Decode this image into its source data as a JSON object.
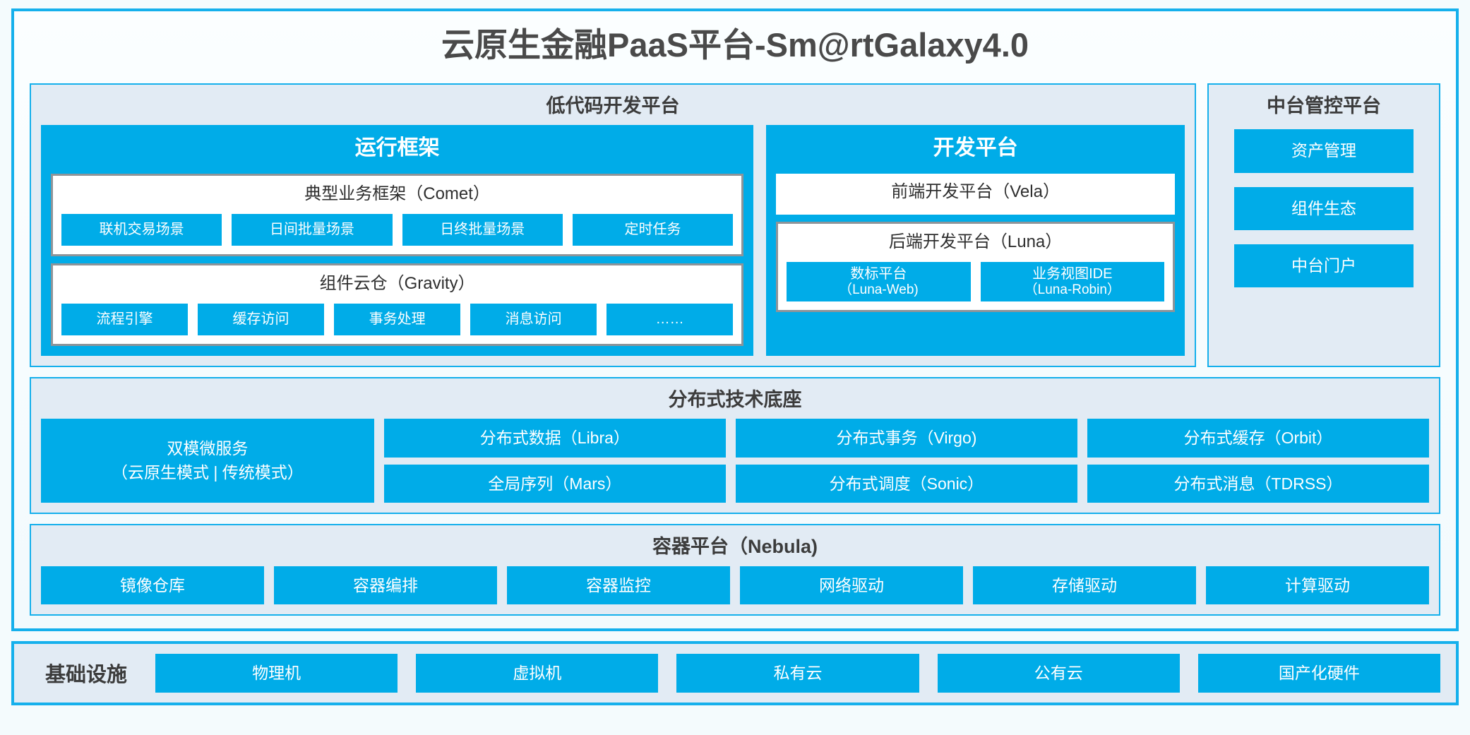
{
  "colors": {
    "accent_blue": "#00ace8",
    "frame_blue": "#15b0ec",
    "panel_bg": "#e2ebf4",
    "page_bg": "#f4fbfd",
    "card_border": "#8d9499"
  },
  "platform": {
    "title": "云原生金融PaaS平台-Sm@rtGalaxy4.0"
  },
  "lowcode": {
    "title": "低代码开发平台",
    "runtime": {
      "title": "运行框架",
      "comet": {
        "title": "典型业务框架（Comet）",
        "items": [
          {
            "label": "联机交易场景"
          },
          {
            "label": "日间批量场景"
          },
          {
            "label": "日终批量场景"
          },
          {
            "label": "定时任务"
          }
        ]
      },
      "gravity": {
        "title": "组件云仓（Gravity）",
        "items": [
          {
            "label": "流程引擎"
          },
          {
            "label": "缓存访问"
          },
          {
            "label": "事务处理"
          },
          {
            "label": "消息访问"
          },
          {
            "label": "……"
          }
        ]
      }
    },
    "devplatform": {
      "title": "开发平台",
      "frontend": {
        "title": "前端开发平台（Vela）"
      },
      "backend": {
        "title": "后端开发平台（Luna）",
        "items": [
          {
            "line1": "数标平台",
            "line2": "（Luna-Web)"
          },
          {
            "line1": "业务视图IDE",
            "line2": "（Luna-Robin）"
          }
        ]
      }
    }
  },
  "midoffice": {
    "title": "中台管控平台",
    "items": [
      {
        "label": "资产管理"
      },
      {
        "label": "组件生态"
      },
      {
        "label": "中台门户"
      }
    ]
  },
  "distributed": {
    "title": "分布式技术底座",
    "microservice": {
      "line1": "双模微服务",
      "line2": "（云原生模式 | 传统模式）"
    },
    "columns": [
      {
        "cells": [
          {
            "label": "分布式数据（Libra）"
          },
          {
            "label": "全局序列（Mars）"
          }
        ]
      },
      {
        "cells": [
          {
            "label": "分布式事务（Virgo)"
          },
          {
            "label": "分布式调度（Sonic）"
          }
        ]
      },
      {
        "cells": [
          {
            "label": "分布式缓存（Orbit）"
          },
          {
            "label": "分布式消息（TDRSS）"
          }
        ]
      }
    ]
  },
  "container": {
    "title": "容器平台（Nebula)",
    "items": [
      {
        "label": "镜像仓库"
      },
      {
        "label": "容器编排"
      },
      {
        "label": "容器监控"
      },
      {
        "label": "网络驱动"
      },
      {
        "label": "存储驱动"
      },
      {
        "label": "计算驱动"
      }
    ]
  },
  "infrastructure": {
    "label": "基础设施",
    "items": [
      {
        "label": "物理机"
      },
      {
        "label": "虚拟机"
      },
      {
        "label": "私有云"
      },
      {
        "label": "公有云"
      },
      {
        "label": "国产化硬件"
      }
    ]
  }
}
